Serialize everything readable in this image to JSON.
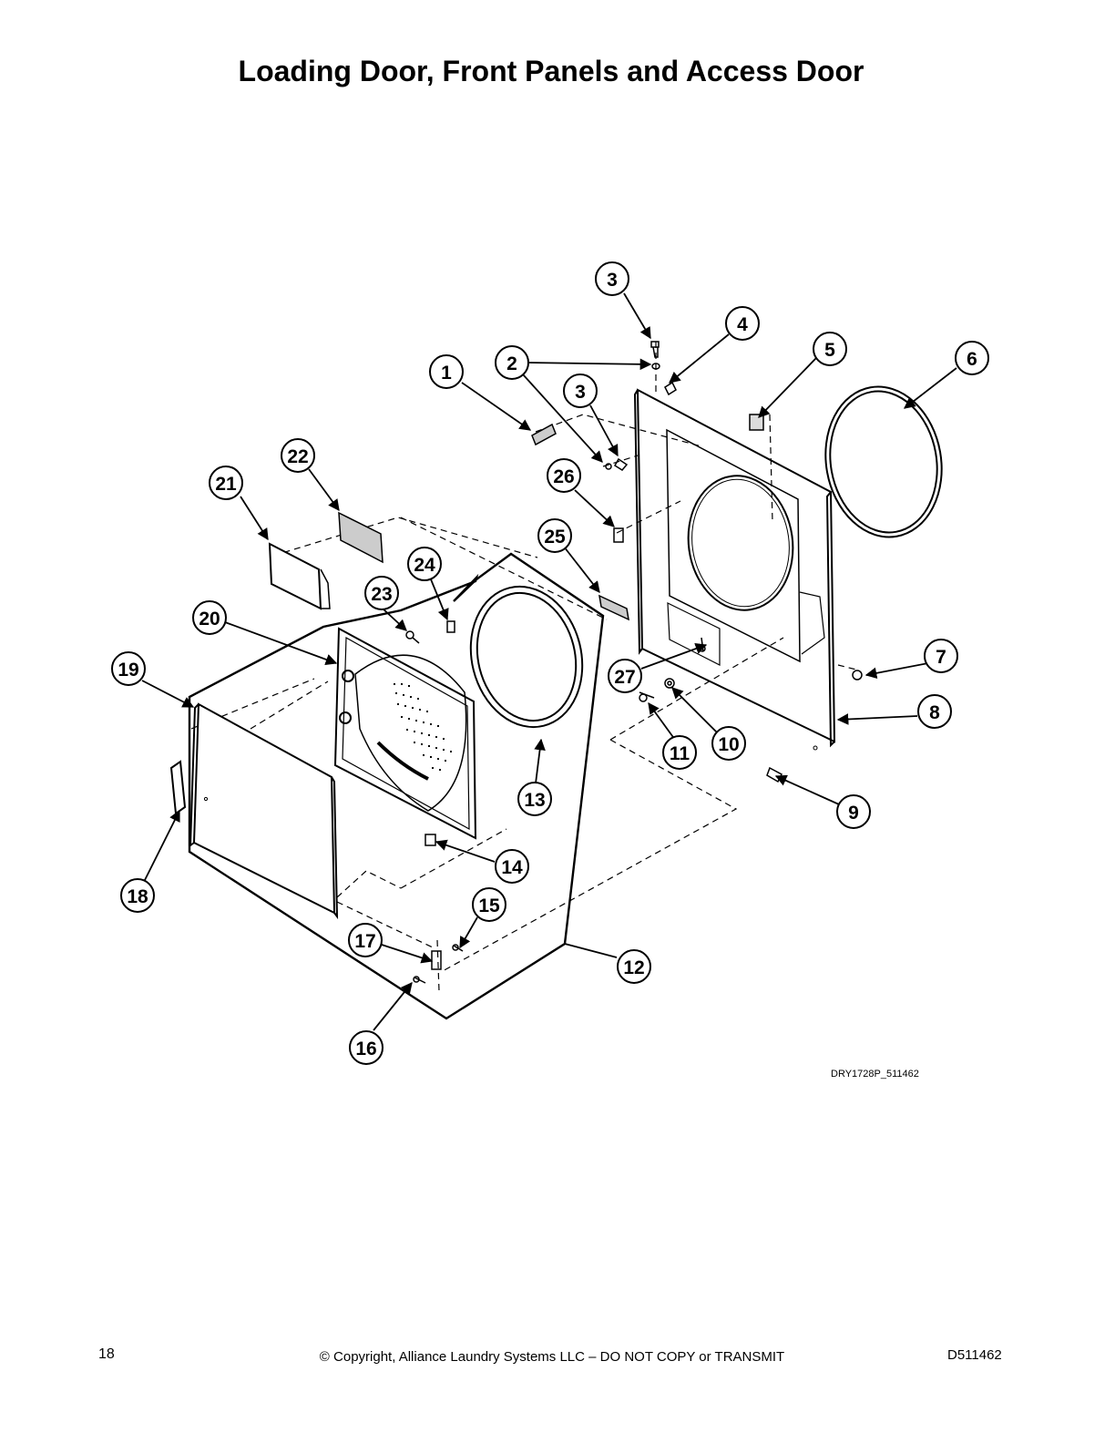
{
  "page": {
    "title": "Loading Door, Front Panels and Access Door",
    "figure_id": "DRY1728P_511462",
    "page_number": "18",
    "copyright": "© Copyright, Alliance Laundry Systems LLC – DO NOT COPY or TRANSMIT",
    "doc_number": "D511462"
  },
  "callouts": [
    "1",
    "2",
    "3",
    "3",
    "4",
    "5",
    "6",
    "7",
    "8",
    "9",
    "10",
    "11",
    "12",
    "13",
    "14",
    "15",
    "16",
    "17",
    "18",
    "19",
    "20",
    "21",
    "22",
    "23",
    "24",
    "25",
    "26",
    "27"
  ]
}
